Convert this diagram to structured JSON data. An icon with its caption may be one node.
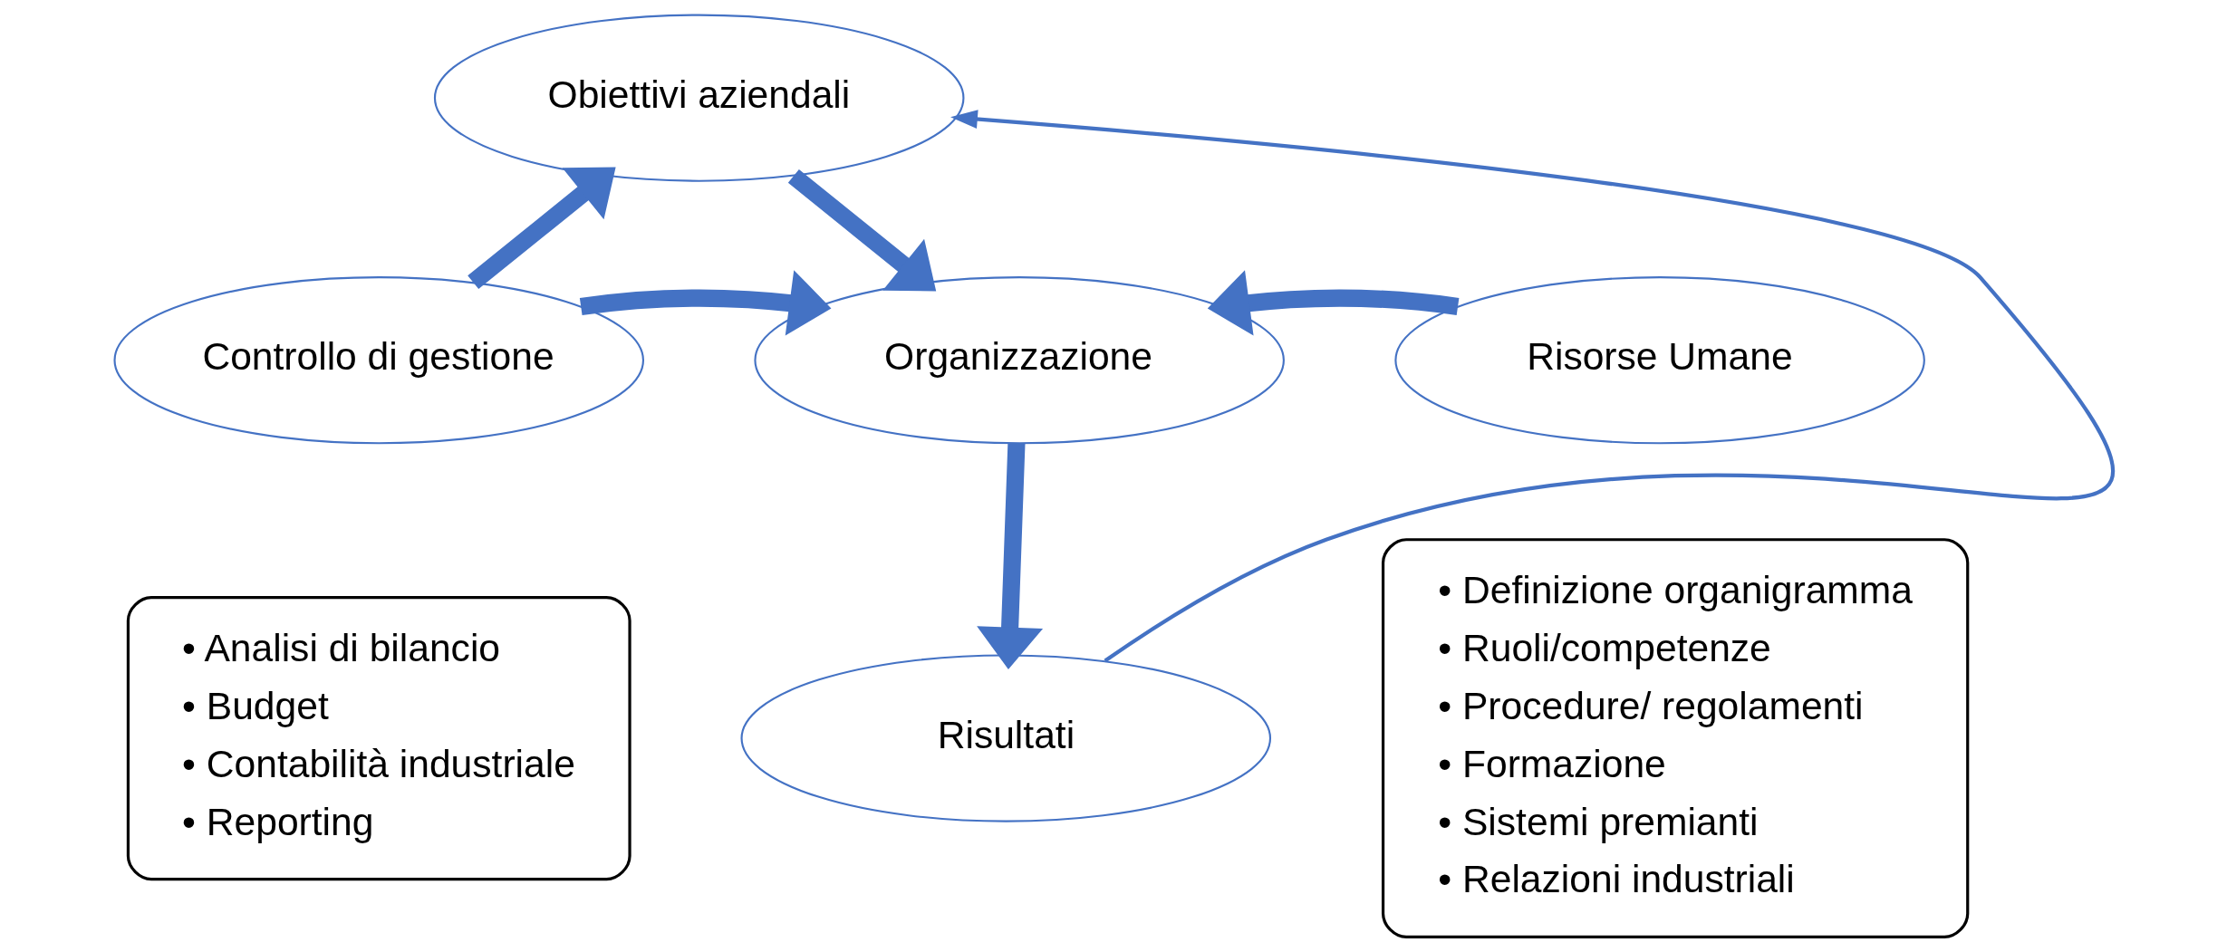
{
  "diagram": {
    "nodes": [
      {
        "text": [
          "Obiettivi aziendali"
        ]
      },
      {
        "text": [
          "Controllo di gestione"
        ]
      },
      {
        "text": [
          "Organizzazione"
        ]
      },
      {
        "text": [
          "Risorse Umane"
        ]
      },
      {
        "text": [
          "• Analisi di bilancio",
          "• Budget",
          "• Contabilità industriale",
          "• Reporting"
        ]
      },
      {
        "text": [
          "Risultati"
        ]
      },
      {
        "text": [
          "• Definizione organigramma",
          "• Ruoli/competenze",
          "• Procedure/ regolamenti",
          "• Formazione",
          "• Sistemi premianti",
          "• Relazioni industriali"
        ]
      }
    ],
    "edges": [
      {
        "from": 5,
        "to": 0,
        "arrow": "to"
      },
      {
        "from": 0,
        "to": 2,
        "arrow": "to"
      },
      {
        "from": 1,
        "to": 0,
        "arrow": "to"
      },
      {
        "from": 1,
        "to": 2,
        "arrow": "to"
      },
      {
        "from": 3,
        "to": 2,
        "arrow": "to"
      },
      {
        "from": 2,
        "to": 5,
        "arrow": "to"
      }
    ]
  }
}
